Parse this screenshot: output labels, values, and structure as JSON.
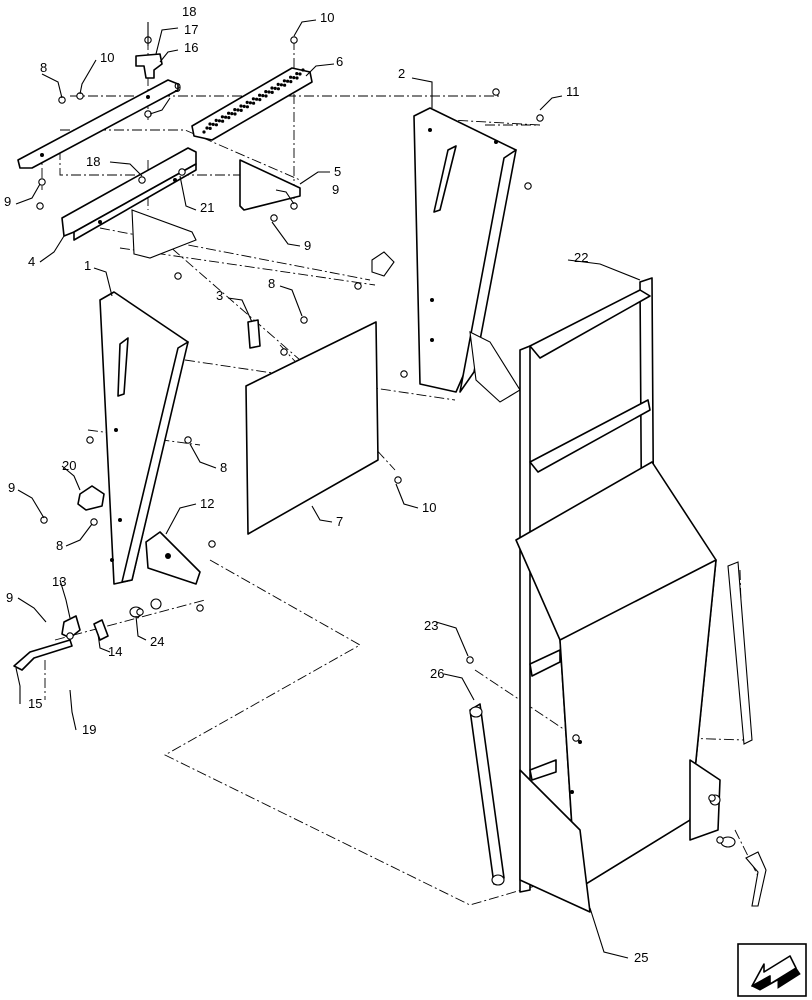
{
  "callouts": {
    "c1": "1",
    "c2": "2",
    "c3": "3",
    "c4": "4",
    "c5": "5",
    "c6": "6",
    "c7": "7",
    "c8a": "8",
    "c8b": "8",
    "c8c": "8",
    "c8d": "8",
    "c9a": "9",
    "c9b": "9",
    "c9c": "9",
    "c9d": "9",
    "c9e": "9",
    "c10a": "10",
    "c10b": "10",
    "c10c": "10",
    "c11": "11",
    "c12": "12",
    "c13": "13",
    "c14": "14",
    "c15": "15",
    "c16": "16",
    "c17": "17",
    "c18a": "18",
    "c18b": "18",
    "c19": "19",
    "c20": "20",
    "c21": "21",
    "c22": "22",
    "c23": "23",
    "c24": "24",
    "c25": "25",
    "c26": "26"
  },
  "icons": {
    "nav": "next-page-arrow-icon"
  }
}
